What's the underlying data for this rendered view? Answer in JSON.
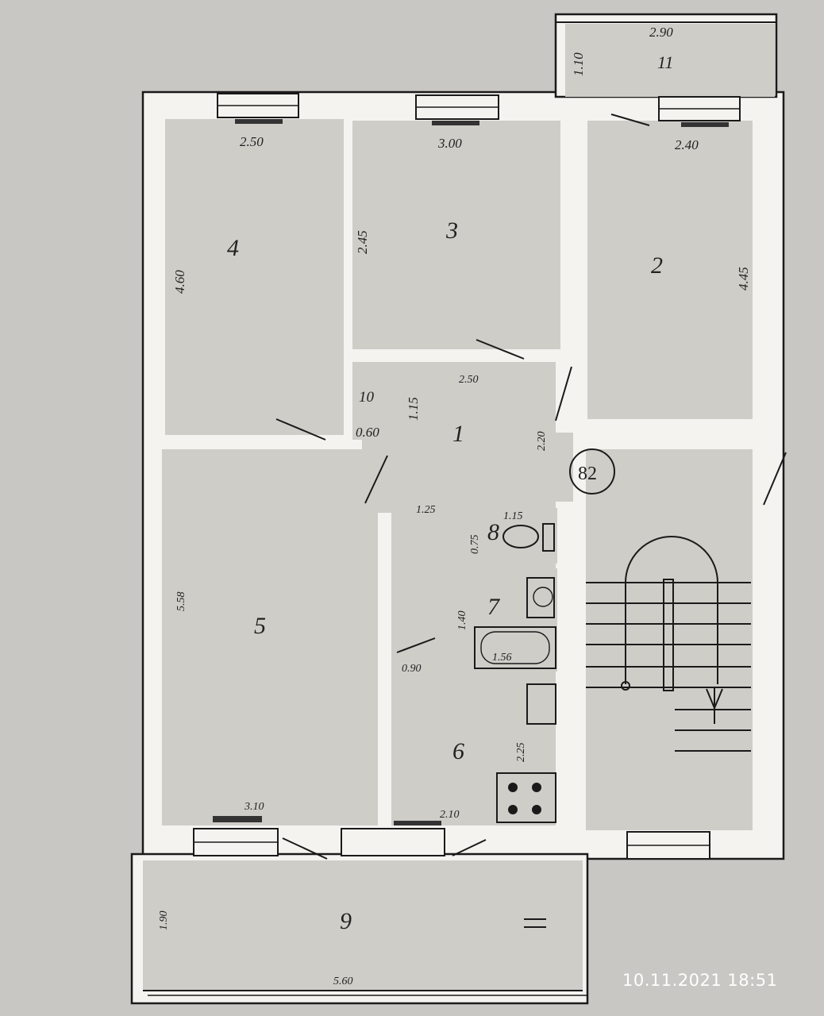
{
  "rooms": [
    {
      "label": "1"
    },
    {
      "label": "2"
    },
    {
      "label": "3"
    },
    {
      "label": "4"
    },
    {
      "label": "5"
    },
    {
      "label": "6"
    },
    {
      "label": "7"
    },
    {
      "label": "8"
    },
    {
      "label": "9"
    },
    {
      "label": "10"
    },
    {
      "label": "11"
    }
  ],
  "dimensions": {
    "room11_width": "2.90",
    "room11_depth": "1.10",
    "room4_width": "2.50",
    "room4_length": "4.60",
    "room3_width": "3.00",
    "room3_length": "2.45",
    "room2_width": "2.40",
    "room2_length": "4.45",
    "hall_width": "2.50",
    "hall_length": "2.20",
    "closet_width": "0.60",
    "closet_length": "1.15",
    "corridor_width": "1.25",
    "wc_width": "1.15",
    "wc_length": "0.75",
    "bath_length": "1.40",
    "bath_width": "1.56",
    "bath_door": "0.90",
    "room5_length": "5.58",
    "room5_width": "3.10",
    "kitchen_length": "2.25",
    "kitchen_width": "2.10",
    "balcony_depth": "1.90",
    "balcony_width": "5.60"
  },
  "apartment_number": "82",
  "timestamp": "10.11.2021 18:51",
  "colors": {
    "wall": "#f4f3ef",
    "line": "#1a1a1a",
    "background": "#c9c7c3"
  }
}
